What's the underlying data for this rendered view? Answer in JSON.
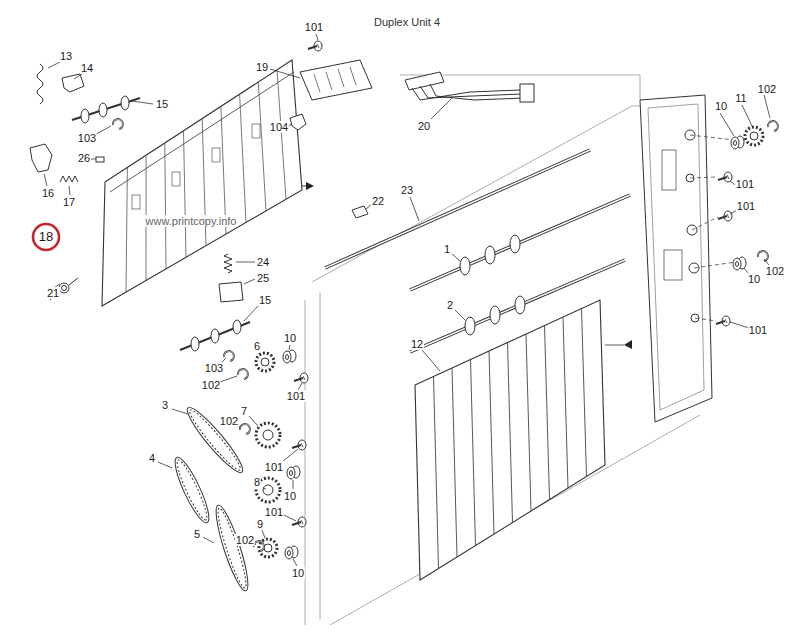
{
  "diagram": {
    "title": "Duplex Unit 4",
    "nodes": [
      {
        "text": [
          "18"
        ]
      }
    ],
    "labels": [
      "13",
      "14",
      "101",
      "19",
      "102",
      "11",
      "10",
      "15",
      "103",
      "104",
      "20",
      "26",
      "101",
      "16",
      "17",
      "23",
      "22",
      "101",
      "www.printcopy.info",
      "1",
      "24",
      "102",
      "10",
      "25",
      "21",
      "15",
      "2",
      "101",
      "10",
      "12",
      "6",
      "103",
      "102",
      "101",
      "3",
      "7",
      "102",
      "4",
      "101",
      "8",
      "10",
      "101",
      "9",
      "5",
      "102",
      "10"
    ]
  }
}
